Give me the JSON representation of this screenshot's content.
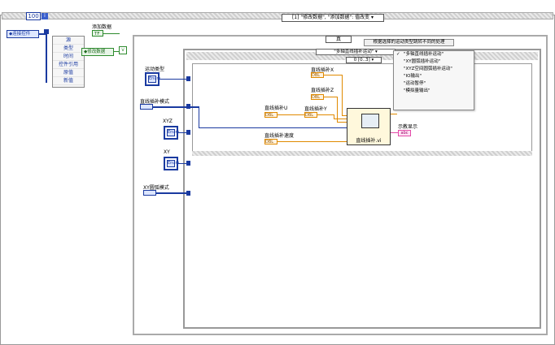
{
  "toolbar": {
    "loop_count": "100",
    "iteration_terminal": "i",
    "event_case_selector": "[1] \"修改数据\", \"添加数据\": 值改变 ▾"
  },
  "left": {
    "reference_label": "连接控件",
    "property_node_items": [
      "源",
      "类型",
      "时间",
      "控件引用",
      "原值",
      "新值"
    ],
    "add_data_label": "添加数据",
    "modify_data_label": "修改数据"
  },
  "case_structure": {
    "selector": "真",
    "comment": "根据选择的运动类型跳转不同的处理"
  },
  "controls": {
    "motion_type_label": "运动类型",
    "linear_mode_label": "直线插补模式",
    "xyz_label": "XYZ",
    "xy_label": "XY",
    "xy_arc_label": "XY圆弧模式",
    "enum_text": "Enum"
  },
  "inner_case": {
    "selector": "\"多轴直线插补运动\" ▾",
    "sub_selector": "0 [0..3] ▾"
  },
  "inputs": {
    "x_label": "直线插补X",
    "z_label": "直线插补Z",
    "u_label": "直线插补U",
    "y_label": "直线插补Y",
    "speed_label": "直线插补速度",
    "dbl_value": "DBL"
  },
  "subvi": {
    "caption": "直线插补.vi"
  },
  "output": {
    "label": "示教显示"
  },
  "dropdown_menu": {
    "items": [
      {
        "label": "\"多轴直线插补运动\"",
        "checked": "✓"
      },
      {
        "label": "\"XY圆弧插补运动\"",
        "checked": ""
      },
      {
        "label": "\"XYZ空间圆弧插补运动\"",
        "checked": ""
      },
      {
        "label": "\"IO输出\"",
        "checked": ""
      },
      {
        "label": "\"运动暂停\"",
        "checked": ""
      },
      {
        "label": "\"模拟量输出\"",
        "checked": ""
      }
    ]
  }
}
